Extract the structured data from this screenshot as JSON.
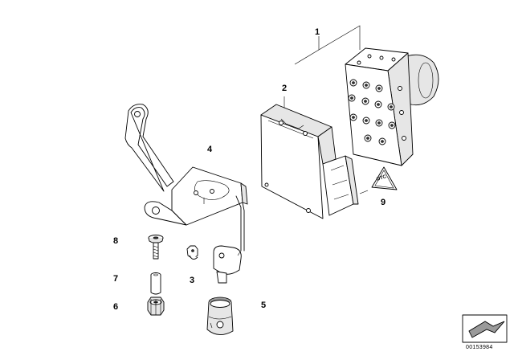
{
  "callouts": {
    "c1": "1",
    "c2": "2",
    "c3": "3",
    "c4": "4",
    "c5": "5",
    "c6": "6",
    "c7": "7",
    "c8": "8",
    "c9": "9"
  },
  "warning_label_text": "DTC",
  "document_number": "00153984"
}
